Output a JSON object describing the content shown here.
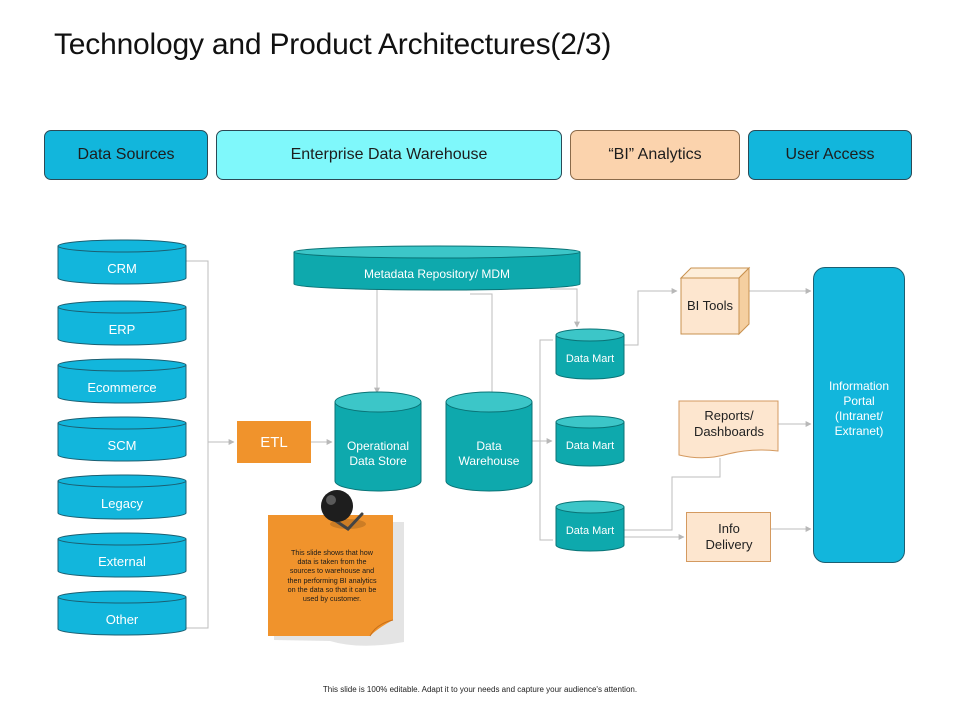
{
  "slide": {
    "title": "Technology and Product Architectures(2/3)",
    "footer": "This slide is 100% editable. Adapt it to your needs and capture your audience's attention."
  },
  "headers": {
    "data_sources": "Data Sources",
    "enterprise_dw": "Enterprise Data Warehouse",
    "bi_analytics": "“BI” Analytics",
    "user_access": "User Access"
  },
  "sources": [
    "CRM",
    "ERP",
    "Ecommerce",
    "SCM",
    "Legacy",
    "External",
    "Other"
  ],
  "warehouse": {
    "etl": "ETL",
    "metadata": "Metadata Repository/ MDM",
    "ods": "Operational Data Store",
    "dw": "Data Warehouse",
    "mart": "Data Mart"
  },
  "bi": {
    "tools": "BI Tools",
    "reports": "Reports/ Dashboards",
    "delivery": "Info Delivery"
  },
  "access": {
    "portal": "Information Portal (Intranet/ Extranet)"
  },
  "note": {
    "text": "This slide shows that how data is taken from the sources to warehouse and then performing BI analytics on the data so that it can be used by customer."
  },
  "colors": {
    "source_cyan": "#12b6dc",
    "edw_cyan": "#7ff8fb",
    "bi_peach": "#fbd3ad",
    "teal": "#0ea9ad",
    "etl_orange": "#f0932c",
    "note_orange": "#f0932c"
  }
}
